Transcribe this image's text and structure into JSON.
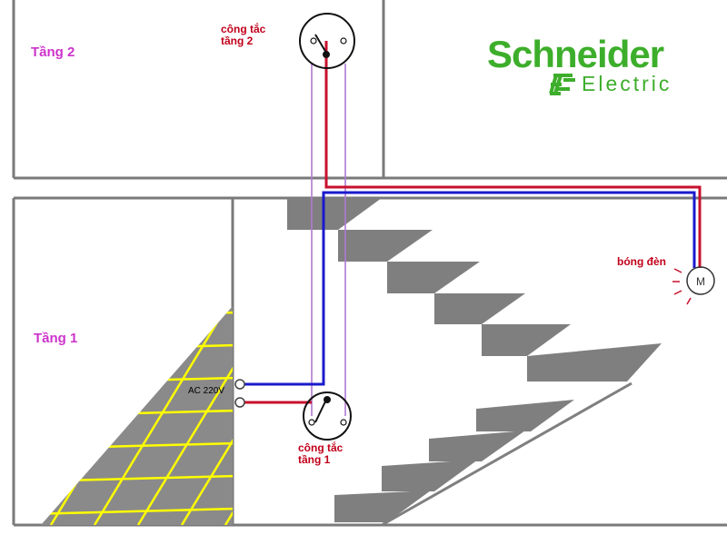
{
  "labels": {
    "floor2": "Tầng 2",
    "floor1": "Tầng 1",
    "switch2": [
      "công tắc",
      "tầng 2"
    ],
    "switch1": [
      "công tắc",
      "tầng 1"
    ],
    "lamp": "bóng đèn",
    "supply": "AC 220V",
    "lamp_symbol": "M"
  },
  "brand": {
    "name_top": "Schneider",
    "name_bottom": "Electric",
    "logo_color": "#3dae2b"
  },
  "colors": {
    "floor_label": "#cc33cc",
    "switch_label": "#c0001a",
    "wire_red": "#c8102e",
    "wire_blue": "#1a1acc",
    "traveller": "#b07ad0",
    "stair": "#7f7f7f",
    "tile": "#8a8a8a",
    "grout": "#ffff00"
  },
  "icons": [
    "switch-symbol",
    "lamp-symbol",
    "schneider-logo-mark"
  ]
}
